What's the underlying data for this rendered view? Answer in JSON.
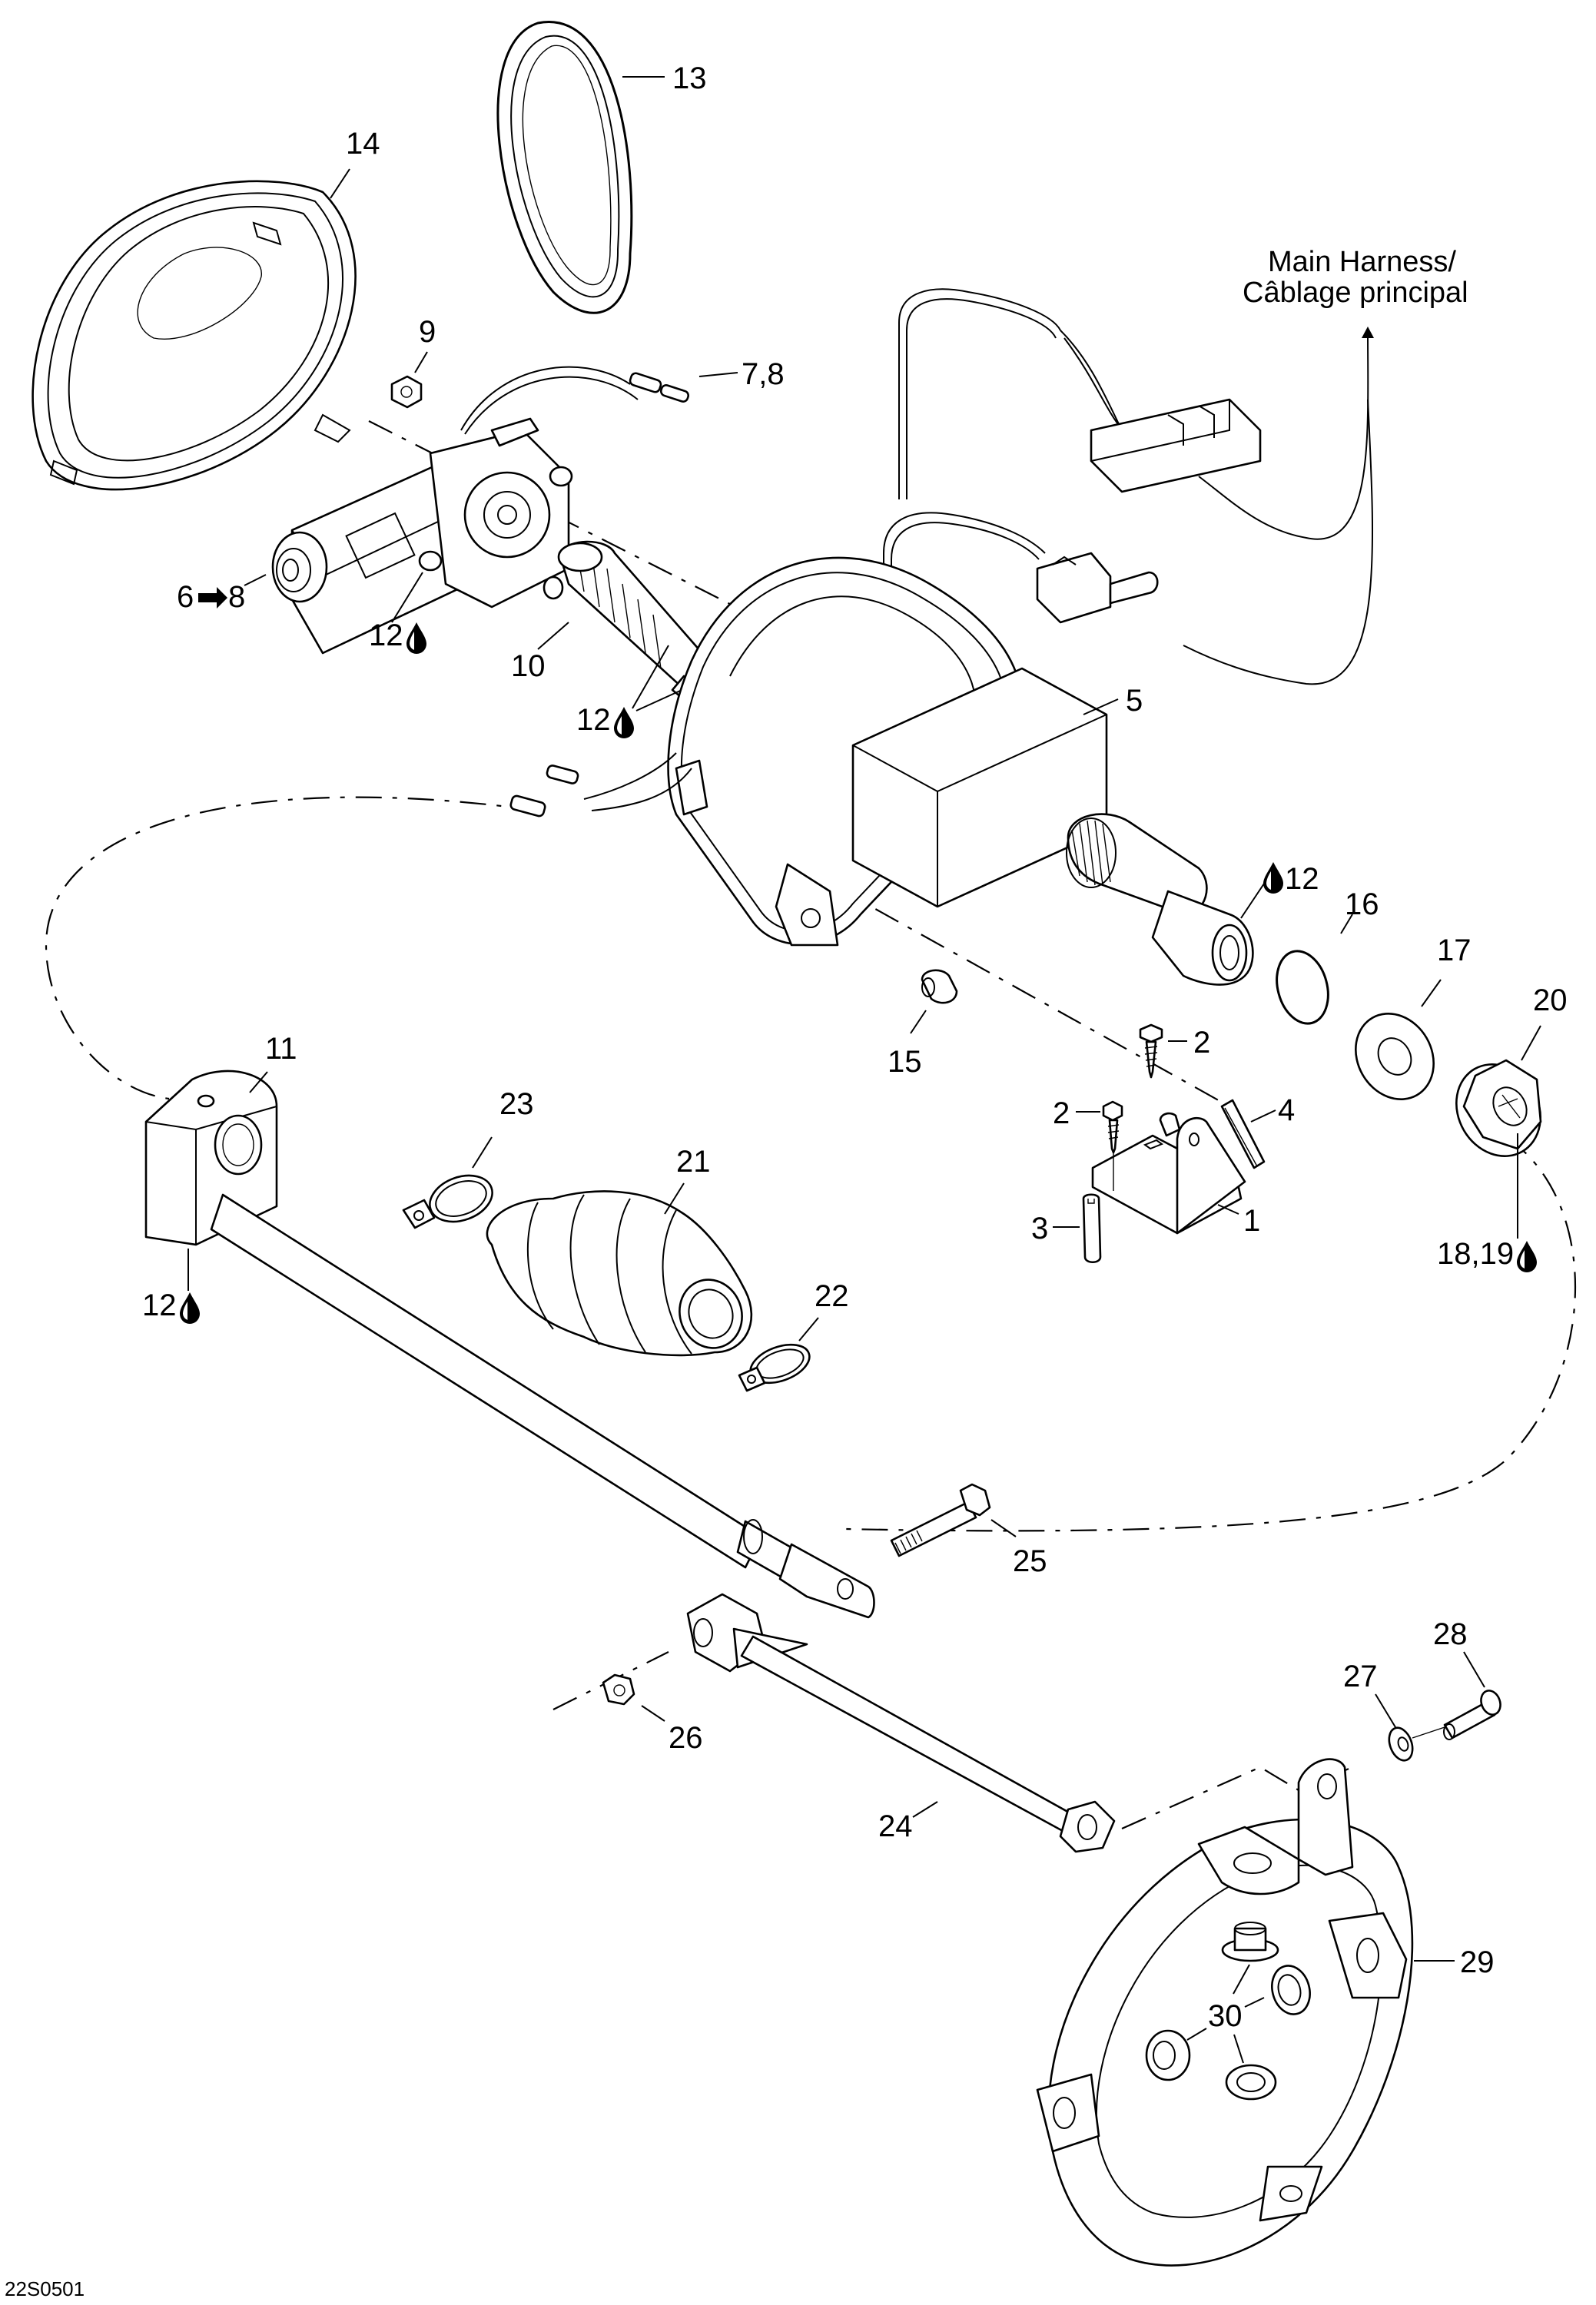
{
  "diagram": {
    "reference_code": "22S0501",
    "harness_note": {
      "line1": "Main Harness/",
      "line2": "Câblage principal"
    },
    "callouts": {
      "c1": "1",
      "c2a": "2",
      "c2b": "2",
      "c3": "3",
      "c4": "4",
      "c5": "5",
      "c6_8_from": "6",
      "c6_8_to": "8",
      "c7_8": "7,8",
      "c9": "9",
      "c10": "10",
      "c11": "11",
      "c12_motor": "12",
      "c12_worm": "12",
      "c12_shaft": "12",
      "c12_arm": "12",
      "c13": "13",
      "c14": "14",
      "c15": "15",
      "c16": "16",
      "c17": "17",
      "c18_19": "18,19",
      "c20": "20",
      "c21": "21",
      "c22": "22",
      "c23": "23",
      "c24": "24",
      "c25": "25",
      "c26": "26",
      "c27": "27",
      "c28": "28",
      "c29": "29",
      "c30": "30"
    },
    "symbols": {
      "lubricant": "lubricant-drop-icon",
      "range_arrow": "arrow-right-icon"
    }
  }
}
